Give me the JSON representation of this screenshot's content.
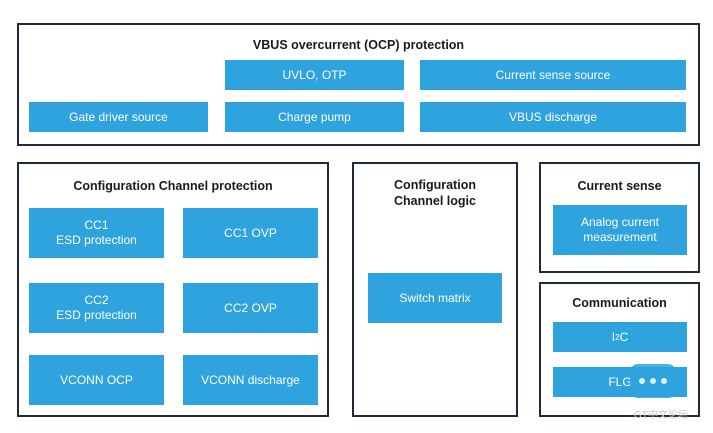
{
  "vbus": {
    "title": "VBUS overcurrent (OCP) protection",
    "uvlo_otp": "UVLO, OTP",
    "current_sense_source": "Current sense source",
    "gate_driver_source": "Gate driver source",
    "charge_pump": "Charge pump",
    "vbus_discharge": "VBUS discharge"
  },
  "cc_protection": {
    "title": "Configuration Channel protection",
    "cc1_esd": "CC1\nESD protection",
    "cc1_ovp": "CC1 OVP",
    "cc2_esd": "CC2\nESD protection",
    "cc2_ovp": "CC2 OVP",
    "vconn_ocp": "VCONN OCP",
    "vconn_discharge": "VCONN discharge"
  },
  "cc_logic": {
    "title": "Configuration\nChannel logic",
    "switch_matrix": "Switch matrix"
  },
  "current_sense": {
    "title": "Current sense",
    "analog": "Analog current\nmeasurement"
  },
  "communication": {
    "title": "Communication",
    "i2c_prefix": "I",
    "i2c_sup": "2",
    "i2c_suffix": "C",
    "flag": "FLG"
  },
  "watermark": {
    "icon": "chat-bubble-icon",
    "text": "GT中文论坛"
  },
  "colors": {
    "block": "#2fa3dd",
    "border": "#1f2b3a"
  }
}
